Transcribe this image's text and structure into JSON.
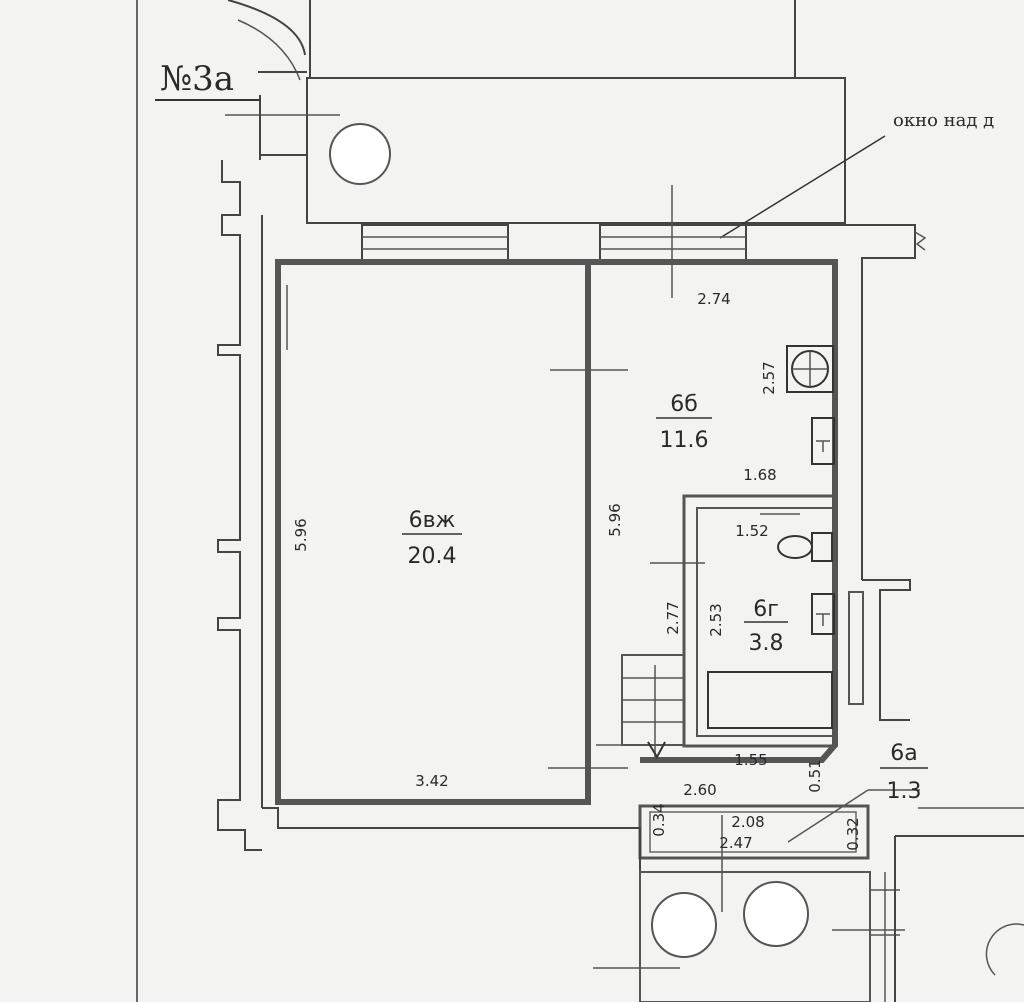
{
  "plan": {
    "apartment_number": "№3а",
    "window_note": "окно над д",
    "rooms": {
      "living": {
        "code": "6вж",
        "area": "20.4"
      },
      "kitchen": {
        "code": "6б",
        "area": "11.6"
      },
      "bathroom": {
        "code": "6г",
        "area": "3.8"
      },
      "balcony": {
        "code": "6а",
        "area": "1.3"
      }
    },
    "dimensions": {
      "living_height": "5.96",
      "living_width": "3.42",
      "kitchen_height": "5.96",
      "kitchen_width_top": "2.74",
      "kitchen_side": "2.57",
      "kitchen_mid": "1.68",
      "bath_top": "1.52",
      "bath_left": "2.53",
      "hall_height": "2.77",
      "bath_bottom": "1.55",
      "hall_width": "2.60",
      "hall_side": "0.51",
      "balcony_width": "2.08",
      "balcony_outer": "2.47",
      "balcony_left": "0.34",
      "balcony_right": "0.32"
    }
  }
}
